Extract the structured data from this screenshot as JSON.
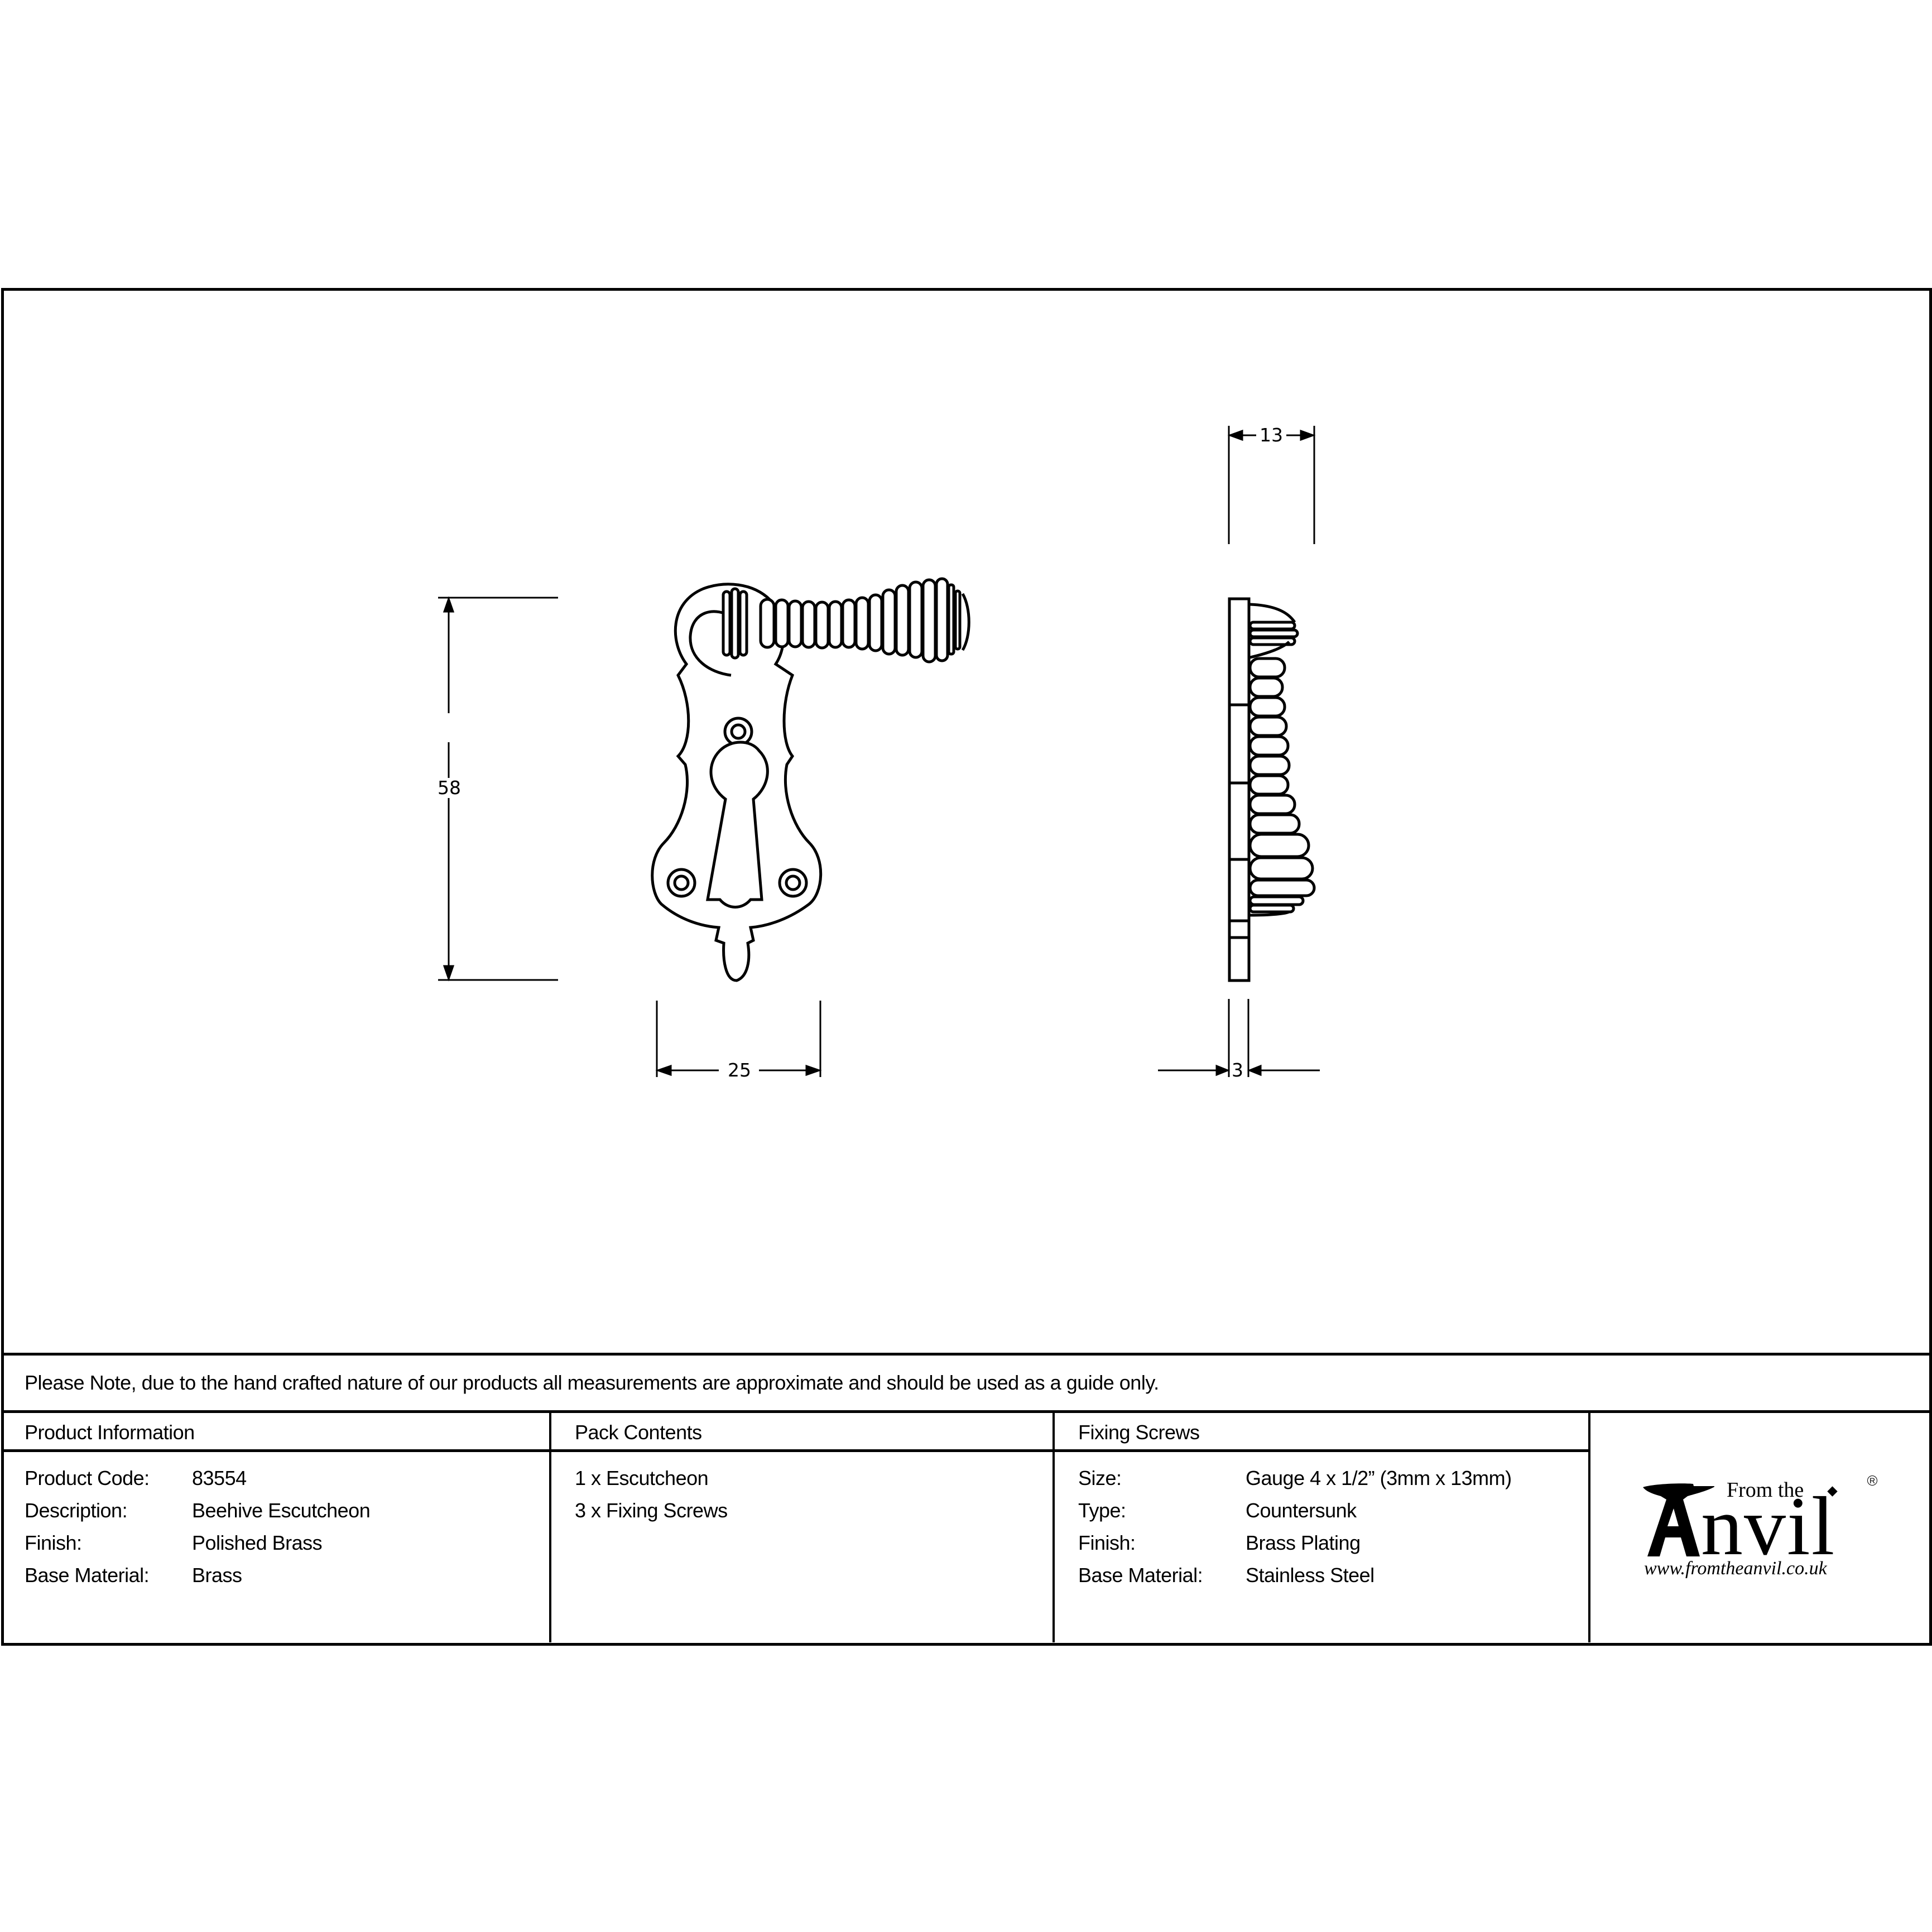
{
  "drawing": {
    "dimensions": {
      "height": "58",
      "width": "25",
      "depth": "13",
      "plate_thickness": "3"
    },
    "views": [
      "front-view",
      "side-view"
    ]
  },
  "note": "Please Note, due to the hand crafted nature of our products all measurements are approximate and should be used as a guide only.",
  "product_information": {
    "header": "Product Information",
    "rows": [
      {
        "label": "Product Code:",
        "value": "83554"
      },
      {
        "label": "Description:",
        "value": "Beehive Escutcheon"
      },
      {
        "label": "Finish:",
        "value": "Polished Brass"
      },
      {
        "label": "Base Material:",
        "value": "Brass"
      }
    ]
  },
  "pack_contents": {
    "header": "Pack Contents",
    "items": [
      "1 x Escutcheon",
      "3 x Fixing Screws"
    ]
  },
  "fixing_screws": {
    "header": "Fixing Screws",
    "rows": [
      {
        "label": "Size:",
        "value": "Gauge 4 x 1/2” (3mm x 13mm)"
      },
      {
        "label": "Type:",
        "value": "Countersunk"
      },
      {
        "label": "Finish:",
        "value": "Brass Plating"
      },
      {
        "label": "Base Material:",
        "value": "Stainless Steel"
      }
    ]
  },
  "logo": {
    "from_the": "From the",
    "word": "nvil",
    "registered": "R",
    "url": "www.fromtheanvil.co.uk"
  }
}
